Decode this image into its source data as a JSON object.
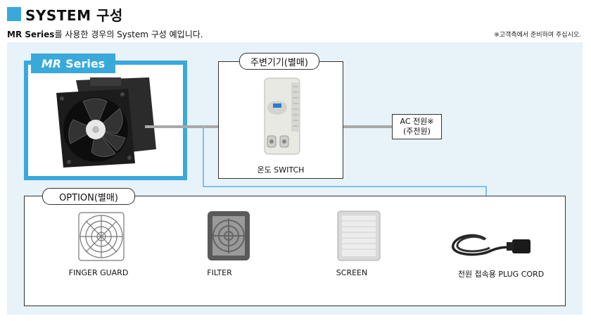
{
  "header": {
    "title": "SYSTEM 구성",
    "subtitle_bold": "MR Series",
    "subtitle_rest": "를 사용한 경우의 System 구성 예입니다.",
    "note": "※고객측에서 준비하여 주십시오."
  },
  "main_unit": {
    "series_label_bold": "MR",
    "series_label_rest": "Series"
  },
  "peripheral": {
    "label": "주변기기(별매)",
    "item_label": "온도 SWITCH"
  },
  "power": {
    "line1": "AC 전원※",
    "line2": "(주전원)"
  },
  "options": {
    "label": "OPTION(별매)",
    "items": [
      {
        "label": "FINGER GUARD",
        "icon": "finger-guard-icon"
      },
      {
        "label": "FILTER",
        "icon": "filter-icon"
      },
      {
        "label": "SCREEN",
        "icon": "screen-icon"
      },
      {
        "label": "전원 접속용 PLUG CORD",
        "icon": "plug-cord-icon"
      }
    ]
  },
  "colors": {
    "accent": "#39a9dc",
    "panel": "#e7f2f9",
    "connector_gray": "#a9a9a9",
    "connector_blue": "#7fc1e3"
  }
}
